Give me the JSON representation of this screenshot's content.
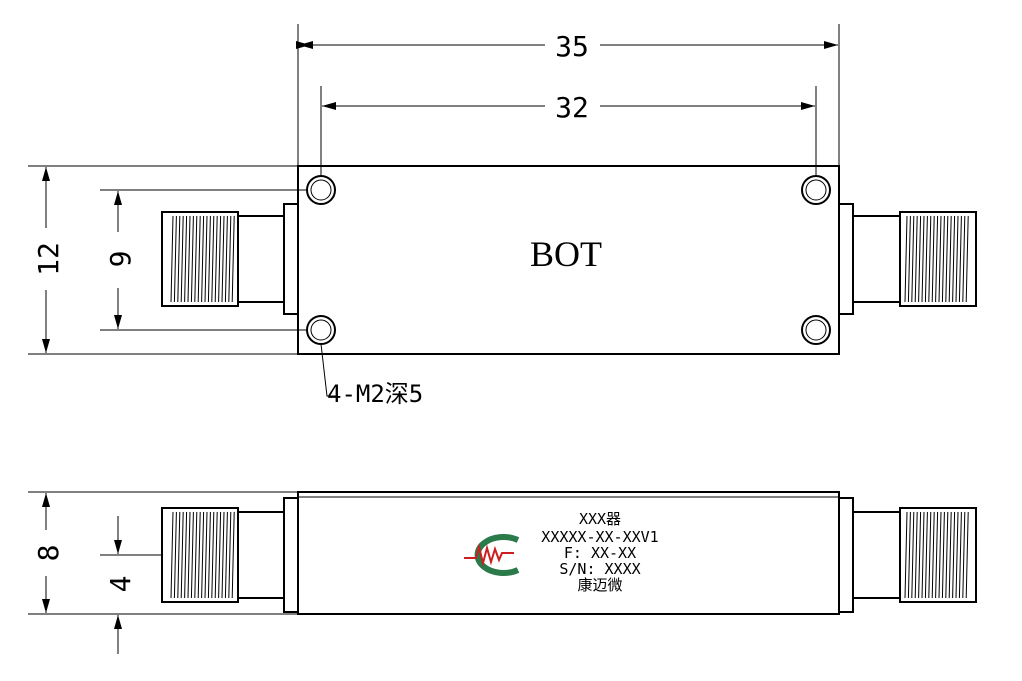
{
  "dimensions": {
    "width_outer": "35",
    "width_holes": "32",
    "height_outer": "12",
    "height_holes": "9",
    "side_height": "8",
    "side_connector": "4"
  },
  "top_view": {
    "face_label": "BOT",
    "hole_callout": "4-M2深5"
  },
  "side_label": {
    "line1": "XXX器",
    "line2": "XXXXX-XX-XXV1",
    "line3": "F: XX-XX",
    "line4": "S/N: XXXX",
    "line5": "康迈微"
  },
  "colors": {
    "logo_green": "#2a7a4a",
    "logo_red": "#cc1f1f",
    "line": "#000000"
  }
}
